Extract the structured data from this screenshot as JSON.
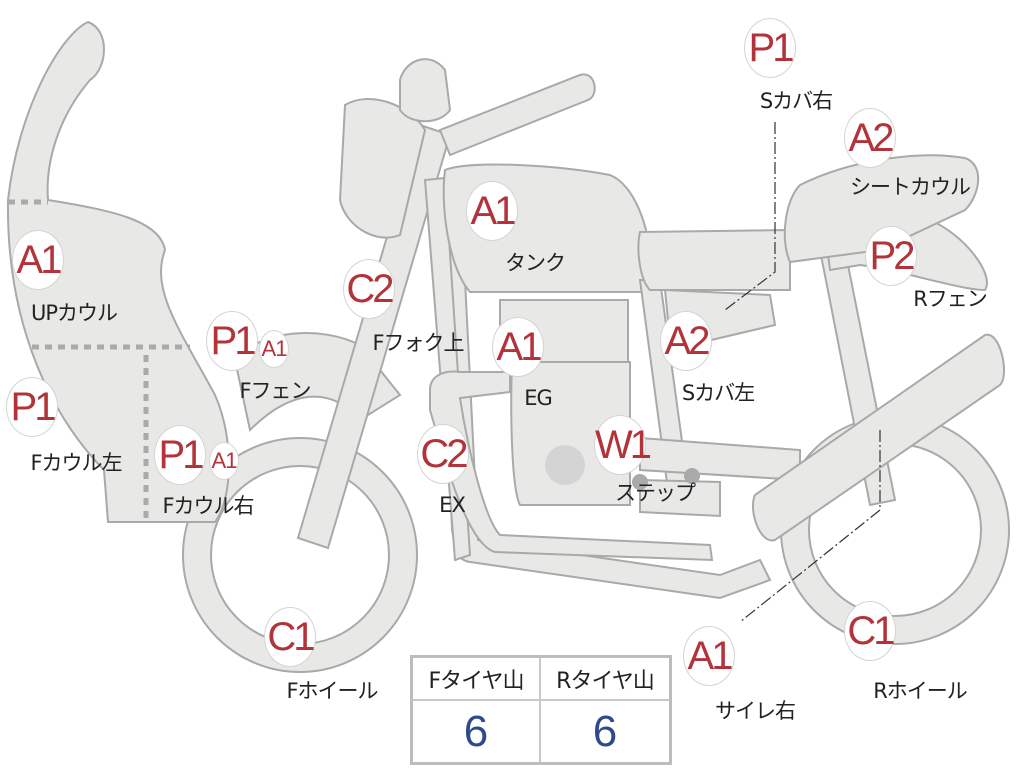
{
  "colors": {
    "body_fill": "#e8e8e6",
    "outline": "#a9a9a9",
    "code": "#b3333b",
    "tire_value": "#2d4a8c"
  },
  "badges": [
    {
      "code": "P1"
    },
    {
      "code": "A2"
    },
    {
      "code": "P2"
    },
    {
      "code": "A1"
    },
    {
      "code": "P1"
    },
    {
      "code": "A1"
    },
    {
      "code": "A1"
    },
    {
      "code": "C2"
    },
    {
      "code": "A1"
    },
    {
      "code": "A2"
    },
    {
      "code": "P1"
    },
    {
      "code": "P1"
    },
    {
      "code": "A1"
    },
    {
      "code": "C2"
    },
    {
      "code": "W1"
    },
    {
      "code": "C1"
    },
    {
      "code": "A1"
    },
    {
      "code": "C1"
    }
  ],
  "parts": [
    "Sカバ右",
    "シートカウル",
    "Rフェン",
    "UPカウル",
    "Fフェン",
    "タンク",
    "Fフォク上",
    "EG",
    "Sカバ左",
    "Fカウル左",
    "Fカウル右",
    "EX",
    "ステップ",
    "Fホイール",
    "サイレ右",
    "Rホイール"
  ],
  "tire_table": {
    "headers": [
      "Fタイヤ山",
      "Rタイヤ山"
    ],
    "values": [
      "6",
      "6"
    ]
  }
}
